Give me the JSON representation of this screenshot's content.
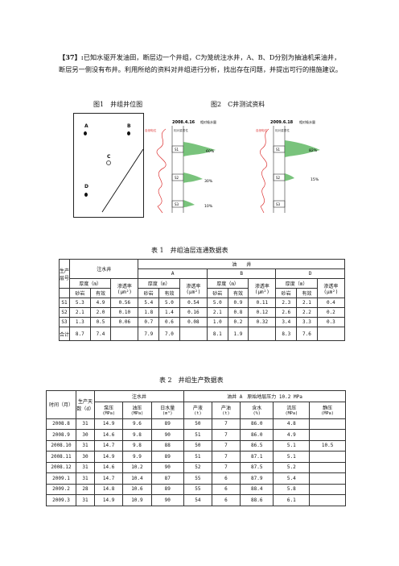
{
  "problem": {
    "label": "【37】:",
    "text": "已知水驱开发油田，断层边一个井组，C为笼统注水井，A、B、D分别为抽油机采油井，断层另一侧没有布井。利用所给的资料对井组进行分析，找出存在问题，并提出可行的措施建议。"
  },
  "figures": {
    "fig1_caption": "图1　井组井位图",
    "fig2_caption": "图2　C井测试资料",
    "wells": [
      "A",
      "B",
      "C",
      "D"
    ],
    "logs": [
      {
        "date": "2008.4.16",
        "header": "相对吸水量",
        "sub1": "自然电位",
        "sub2": "相对重要性",
        "layers": [
          "S1",
          "S2",
          "S3"
        ],
        "pcts": [
          "60%",
          "30%",
          "10%"
        ]
      },
      {
        "date": "2009.6.18",
        "header": "相对吸水量",
        "sub1": "自然电位",
        "sub2": "相对重要性",
        "layers": [
          "S1",
          "S2",
          "S3"
        ],
        "pcts": [
          "82%",
          "15%",
          ""
        ]
      }
    ]
  },
  "table1": {
    "title": "表 1　井组油层连通数据表",
    "h_layer": "生产层号",
    "h_inj": "注水井",
    "h_oil": "油　　井",
    "h_wells": [
      "A",
      "B",
      "D"
    ],
    "h_thick": "厚度（m）",
    "h_perm": "渗透率",
    "h_perm_unit": "(μm²)",
    "h_sand": "砂岩",
    "h_eff": "有效",
    "rows": [
      [
        "S1",
        "5.3",
        "4.9",
        "0.56",
        "5.4",
        "5.0",
        "0.54",
        "5.0",
        "0.9",
        "0.11",
        "2.3",
        "2.1",
        "0.4"
      ],
      [
        "S2",
        "2.1",
        "2.0",
        "0.10",
        "1.8",
        "1.4",
        "0.16",
        "2.1",
        "0.8",
        "0.12",
        "2.6",
        "2.2",
        "0.2"
      ],
      [
        "S3",
        "1.3",
        "0.5",
        "0.06",
        "0.7",
        "0.6",
        "0.08",
        "1.0",
        "0.2",
        "0.32",
        "3.4",
        "3.3",
        "0.3"
      ],
      [
        "合计",
        "8.7",
        "7.4",
        "",
        "7.9",
        "7.0",
        "",
        "8.1",
        "1.9",
        "",
        "8.3",
        "7.6",
        ""
      ]
    ]
  },
  "table2": {
    "title": "表 2　井组生产数据表",
    "h_time": "时间（月）",
    "h_days": "生产天数（d）",
    "h_inj": "注水井",
    "h_oilA": "油井 A　原始地层压力 10.2 MPa",
    "cols": [
      [
        "泵压",
        "(MPa)"
      ],
      [
        "油压",
        "(MPa)"
      ],
      [
        "日水量",
        "(m³)"
      ],
      [
        "产液",
        "(t)"
      ],
      [
        "产油",
        "(t)"
      ],
      [
        "含水",
        "(%)"
      ],
      [
        "流压",
        "(MPa)"
      ],
      [
        "静压",
        "(MPa)"
      ]
    ],
    "rows": [
      [
        "2008.8",
        "31",
        "14.9",
        "9.6",
        "89",
        "50",
        "7",
        "86.0",
        "4.8",
        ""
      ],
      [
        "2008.9",
        "30",
        "14.6",
        "9.8",
        "90",
        "51",
        "7",
        "86.0",
        "4.9",
        ""
      ],
      [
        "2008.10",
        "31",
        "14.7",
        "9.8",
        "88",
        "50",
        "7",
        "86.5",
        "5.1",
        "10.5"
      ],
      [
        "2008.11",
        "30",
        "14.9",
        "9.9",
        "89",
        "51",
        "7",
        "87.1",
        "5.1",
        ""
      ],
      [
        "2008.12",
        "31",
        "14.6",
        "10.2",
        "90",
        "52",
        "7",
        "87.5",
        "5.2",
        ""
      ],
      [
        "2009.1",
        "31",
        "14.7",
        "10.4",
        "87",
        "55",
        "6",
        "87.9",
        "5.4",
        ""
      ],
      [
        "2009.2",
        "28",
        "14.8",
        "10.6",
        "89",
        "55",
        "6",
        "88.4",
        "5.8",
        ""
      ],
      [
        "2009.3",
        "31",
        "14.9",
        "10.9",
        "90",
        "54",
        "6",
        "88.6",
        "6.1",
        ""
      ]
    ]
  }
}
